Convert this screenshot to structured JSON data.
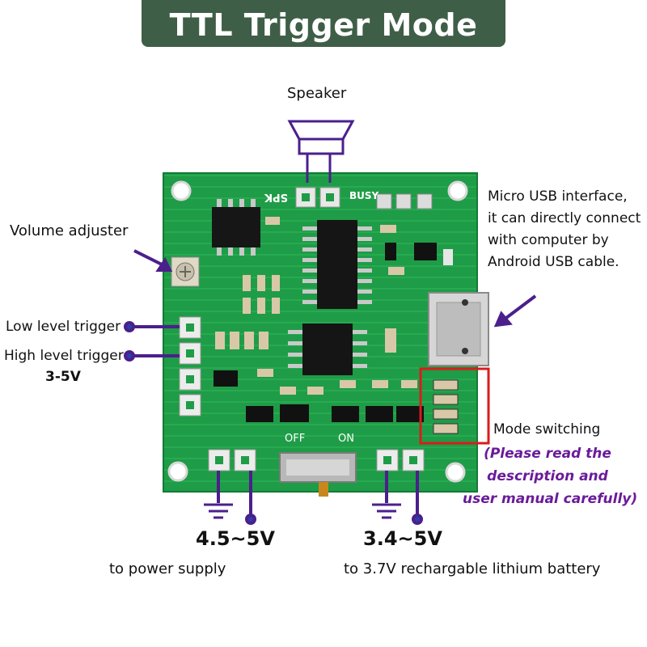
{
  "title": "TTL Trigger Mode",
  "labels": {
    "speaker": "Speaker",
    "volume_adjuster": "Volume adjuster",
    "low_level_trigger": "Low level trigger",
    "high_level_trigger": "High level trigger",
    "trigger_voltage": "3-5V",
    "usb_lines": [
      "Micro USB interface,",
      "it can directly connect",
      "with computer by",
      "Android USB cable."
    ],
    "mode_switching": "Mode switching",
    "mode_note_lines": [
      "(Please read the",
      "description and",
      "user manual carefully)"
    ],
    "power_voltage": "4.5~5V",
    "battery_voltage": "3.4~5V",
    "power_caption": "to power supply",
    "battery_caption": "to 3.7V rechargable lithium battery"
  },
  "board_text": {
    "spk": "SPK",
    "busy": "BUSY",
    "off": "OFF",
    "on": "ON"
  },
  "colors": {
    "banner": "#3f5e47",
    "pcb": "#1e9a46",
    "arrow": "#4b1f8c",
    "highlight_box": "#d91c1c",
    "note_text": "#6a1b9a"
  }
}
